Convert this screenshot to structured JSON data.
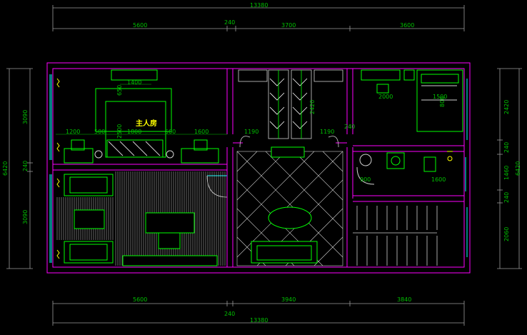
{
  "plan": {
    "room_label": "主人房",
    "top_overall": "13380",
    "top_segments": [
      "5600",
      "240",
      "3700",
      "3600"
    ],
    "bottom_segments": [
      "5600",
      "3940",
      "3840"
    ],
    "bottom_wall": "240",
    "bottom_overall": "13380",
    "left_segments": [
      "3090",
      "240",
      "3090"
    ],
    "left_overall": "6420",
    "right_segments": [
      "2420",
      "240",
      "1460",
      "240",
      "2060"
    ],
    "right_overall": "6420",
    "inner_dims": {
      "d1400": "1400",
      "d1200": "1200",
      "d500a": "500",
      "d1800": "1800",
      "d500b": "500",
      "d1600a": "1600",
      "d2500": "2500",
      "d650": "650",
      "d1190a": "1190",
      "d1190b": "1190",
      "d240": "240",
      "d2420": "2420",
      "d2000": "2000",
      "d1500": "1500",
      "d800": "800",
      "d900": "900",
      "d1600b": "1600"
    },
    "colors": {
      "wall": "#ff00ff",
      "furniture": "#00ff00",
      "dimension": "#00c000",
      "text": "#ffff00",
      "white": "#ffffff",
      "cyan": "#00ffff"
    }
  }
}
